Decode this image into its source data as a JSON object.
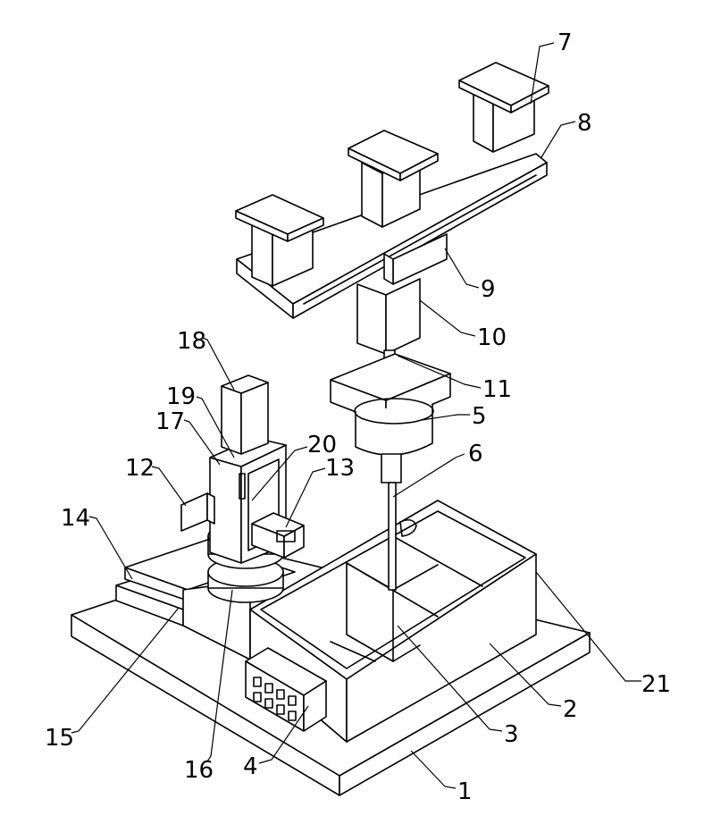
{
  "figure": {
    "labels": {
      "l1": "1",
      "l2": "2",
      "l3": "3",
      "l4": "4",
      "l5": "5",
      "l6": "6",
      "l7": "7",
      "l8": "8",
      "l9": "9",
      "l10": "10",
      "l11": "11",
      "l12": "12",
      "l13": "13",
      "l14": "14",
      "l15": "15",
      "l16": "16",
      "l17": "17",
      "l18": "18",
      "l19": "19",
      "l20": "20",
      "l21": "21"
    }
  }
}
